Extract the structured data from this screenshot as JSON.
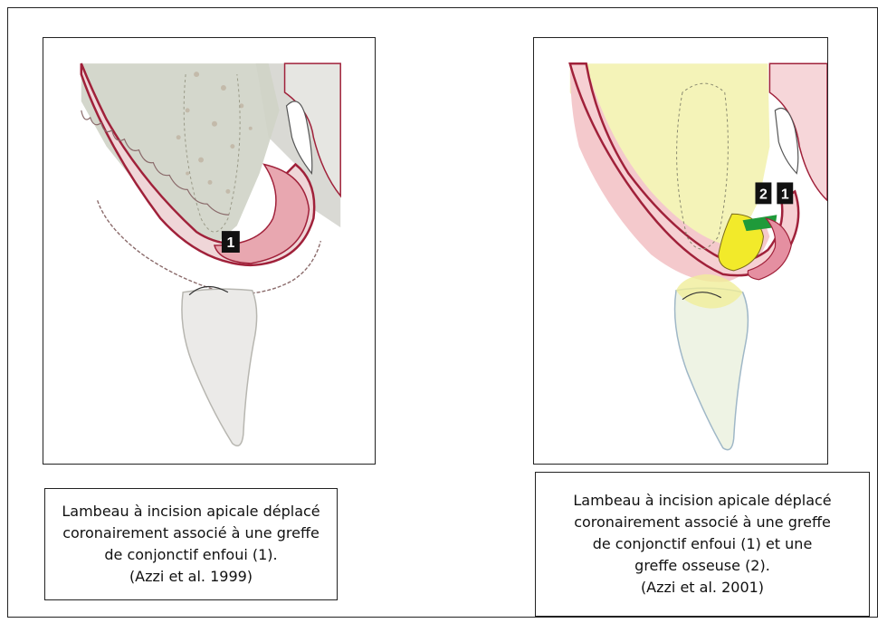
{
  "figures": [
    {
      "id": "left",
      "markers": [
        "1"
      ],
      "caption_lines": [
        "Lambeau à incision apicale déplacé",
        "coronairement associé à une greffe",
        "de conjonctif enfoui (1).",
        "(Azzi et al. 1999)"
      ]
    },
    {
      "id": "right",
      "markers": [
        "2",
        "1"
      ],
      "caption_lines": [
        "Lambeau à incision apicale déplacé",
        "coronairement associé à une greffe",
        "de conjonctif enfoui (1) et une",
        "greffe osseuse (2).",
        "(Azzi et al. 2001)"
      ]
    }
  ],
  "colors": {
    "gingiva_pink": "#f4c9cc",
    "flap_line_red": "#a0213a",
    "bone_yellow": "#f4f3b8",
    "bone_graft_yellow": "#f2ea2a",
    "membrane_green": "#1f9a3a",
    "tooth_left": "#ecebea",
    "tooth_right": "#eef3e4"
  }
}
